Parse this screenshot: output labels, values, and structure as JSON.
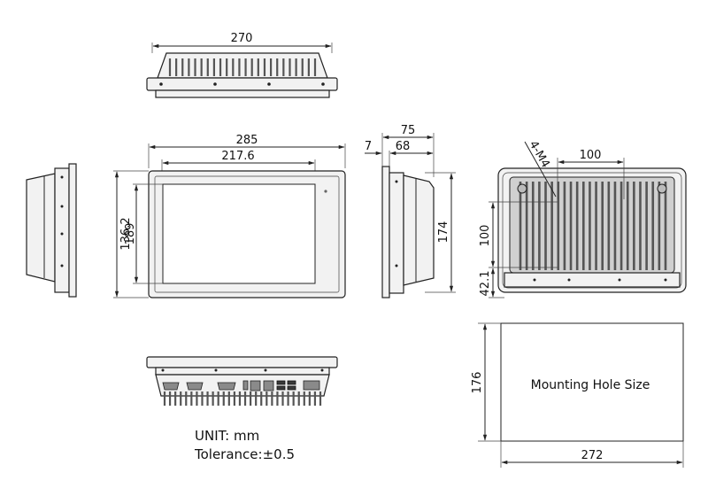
{
  "dimensions": {
    "top_width": "270",
    "front_width": "285",
    "front_screen_width": "217.6",
    "front_height": "189",
    "front_screen_height": "136.2",
    "side_total_depth": "75",
    "side_flange": "7",
    "side_depth": "68",
    "side_height": "174",
    "rear_hole_label": "4-M4",
    "rear_hole_spacing_h": "100",
    "rear_hole_spacing_v": "100",
    "rear_bottom_offset": "42.1",
    "cutout_height": "176",
    "cutout_width": "272"
  },
  "cutout_label": "Mounting Hole Size",
  "notes": {
    "unit": "UNIT: mm",
    "tolerance": "Tolerance:±0.5"
  }
}
